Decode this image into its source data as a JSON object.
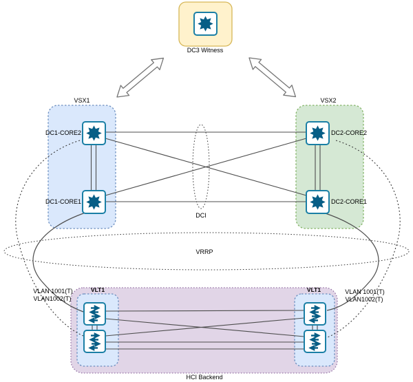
{
  "witness": {
    "label": "DC3 Witness"
  },
  "groups": {
    "vsx1": {
      "label": "VSX1",
      "node_top": "DC1-CORE2",
      "node_bottom": "DC1-CORE1"
    },
    "vsx2": {
      "label": "VSX2",
      "node_top": "DC2-CORE2",
      "node_bottom": "DC2-CORE1"
    },
    "hci": {
      "label": "HCI Backend",
      "vlt_left_label": "VLT1",
      "vlt_right_label": "VLT1"
    }
  },
  "overlays": {
    "dci_label": "DCI",
    "vrrp_label": "VRRP"
  },
  "vlan_left": {
    "line1": "VLAN 1001(T)",
    "line2": "VLAN1002(T)"
  },
  "vlan_right": {
    "line1": "VLAN 1001(T)",
    "line2": "VLAN1002(T)"
  },
  "icons": {
    "l3_switch": "eight-way-arrow-star",
    "l2_switch": "four-horizontal-arrows",
    "sync_arrow": "double-headed-outline-arrow"
  },
  "colors": {
    "witness_fill": "#FFF2CC",
    "witness_border": "#D6B656",
    "blue_fill": "#DAE8FC",
    "blue_border": "#6C8EBF",
    "green_fill": "#D5E8D4",
    "green_border": "#82B366",
    "purple_fill": "#E1D5E7",
    "purple_border": "#9673A6",
    "switch_border": "#1A7FA5",
    "switch_glyph": "#075E86",
    "line": "#4D4D4D"
  }
}
